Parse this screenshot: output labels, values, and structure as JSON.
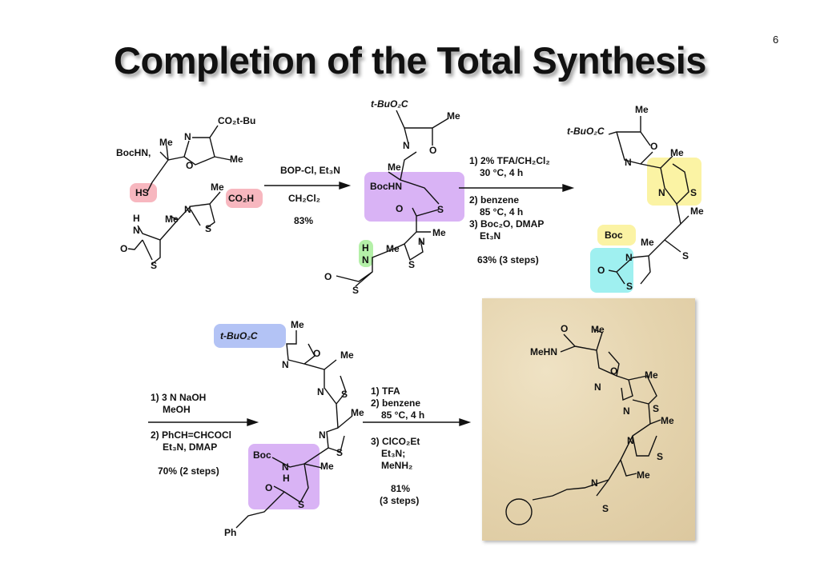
{
  "slide": {
    "title": "Completion of the Total Synthesis",
    "page_number": "6"
  },
  "compound1": {
    "labels": [
      "CO₂t-Bu",
      "N",
      "Me",
      "BocHN,",
      "O",
      "Me",
      "HS",
      "Me",
      "CO₂H",
      "N",
      "H",
      "Me",
      "N",
      "S",
      "O",
      "S"
    ]
  },
  "step1": {
    "reagents": "BOP-Cl, Et₃N",
    "solvent": "CH₂Cl₂",
    "yield": "83%"
  },
  "compound2": {
    "labels": [
      "t-BuO₂C",
      "Me",
      "N",
      "O",
      "Me",
      "BocHN",
      "S",
      "O",
      "Me",
      "N",
      "H",
      "Me",
      "N",
      "S",
      "O",
      "S"
    ]
  },
  "step2": {
    "line1": "1) 2% TFA/CH₂Cl₂",
    "line2": "30 °C, 4 h",
    "line3": "2) benzene",
    "line4": "85 °C, 4 h",
    "line5": "3) Boc₂O, DMAP",
    "line6": "Et₃N",
    "yield": "63% (3 steps)"
  },
  "compound3": {
    "labels": [
      "Me",
      "t-BuO₂C",
      "O",
      "N",
      "Me",
      "N",
      "S",
      "Me",
      "Boc",
      "Me",
      "N",
      "S",
      "O",
      "S"
    ]
  },
  "step3": {
    "line1": "1) 3 N NaOH",
    "line2": "MeOH",
    "line3": "2) PhCH=CHCOCl",
    "line4": "Et₃N, DMAP",
    "yield": "70% (2 steps)"
  },
  "compound4": {
    "labels": [
      "Me",
      "t-BuO₂C",
      "O",
      "N",
      "Me",
      "N",
      "S",
      "Me",
      "N",
      "S",
      "Boc",
      "N",
      "H",
      "Me",
      "O",
      "S",
      "Ph"
    ]
  },
  "step4": {
    "line1": "1) TFA",
    "line2": "2) benzene",
    "line3": "85 °C, 4 h",
    "line4": "3) ClCO₂Et",
    "line5": "Et₃N;",
    "line6": "MeNH₂",
    "yield1": "81%",
    "yield2": "(3 steps)"
  },
  "product": {
    "labels": [
      "O",
      "Me",
      "MeHN",
      "O",
      "N",
      "Me",
      "N",
      "S",
      "Me",
      "N",
      "S",
      "Me",
      "N",
      "S"
    ]
  },
  "colors": {
    "pink": "#f7b7bf",
    "purple": "#d9b3f5",
    "green": "#b4f0a8",
    "yellow": "#fbf3a4",
    "cyan": "#9ff0f0",
    "blue": "#b3c3f5"
  }
}
